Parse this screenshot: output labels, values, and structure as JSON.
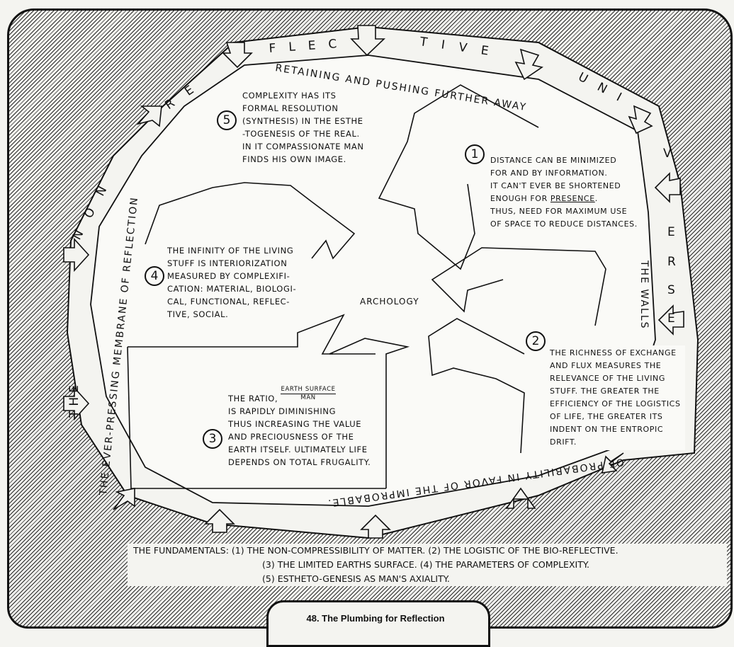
{
  "outer_ring": {
    "words": [
      "THE",
      "NON",
      "RE",
      "FLEC",
      "TIVE",
      "UNI",
      "V",
      "E",
      "R",
      "S",
      "E"
    ]
  },
  "inner_ring": {
    "top": "RETAINING AND PUSHING FURTHER AWAY",
    "left": "THE EVER-PRESSING MEMBRANE OF REFLECTION",
    "right": "THE WALLS",
    "bottom": "OF PROBABILITY IN FAVOR OF THE IMPROBABLE."
  },
  "center_label": "ARCHOLOGY",
  "blocks": [
    {
      "number": "1",
      "text": "Distance can be minimized\nfor and by information.\nIt can't ever be shortened\nenough for",
      "emphasis": "presence",
      "text_after": ".\nThus, need for maximum use\nof space to reduce distances."
    },
    {
      "number": "2",
      "text": "The richness of exchange\nand flux measures the\nrelevance of the living\nstuff. The greater the\nefficiency of the logistics\nof life, the greater its\nindent on the entropic\ndrift."
    },
    {
      "number": "3",
      "text_before": "The ratio,",
      "fraction_top": "Earth surface",
      "fraction_bottom": "man",
      "text": "is rapidly diminishing\nthus increasing the value\nand preciousness of the\nEarth itself. Ultimately life\ndepends on total frugality."
    },
    {
      "number": "4",
      "text": "The infinity of the living\nstuff is interiorization\nmeasured by complexifi-\ncation: material, biologi-\ncal, functional, reflec-\ntive, social."
    },
    {
      "number": "5",
      "text": "Complexity has its\nformal resolution\n(synthesis) in the esthe\n-togenesis of the real.\nIn it compassionate man\nfinds his own image."
    }
  ],
  "fundamentals": {
    "label": "THE FUNDAMENTALS:",
    "items": [
      {
        "number": "1",
        "text": "THE NON-COMPRESSIBILITY OF MATTER."
      },
      {
        "number": "2",
        "text": "THE LOGISTIC OF THE BIO-REFLECTIVE."
      },
      {
        "number": "3",
        "text": "THE LIMITED EARTHS SURFACE."
      },
      {
        "number": "4",
        "text": "THE PARAMETERS OF COMPLEXITY."
      },
      {
        "number": "5",
        "text": "ESTHETO-GENESIS AS MAN'S AXIALITY."
      }
    ]
  },
  "caption": "48. The Plumbing for Reflection"
}
